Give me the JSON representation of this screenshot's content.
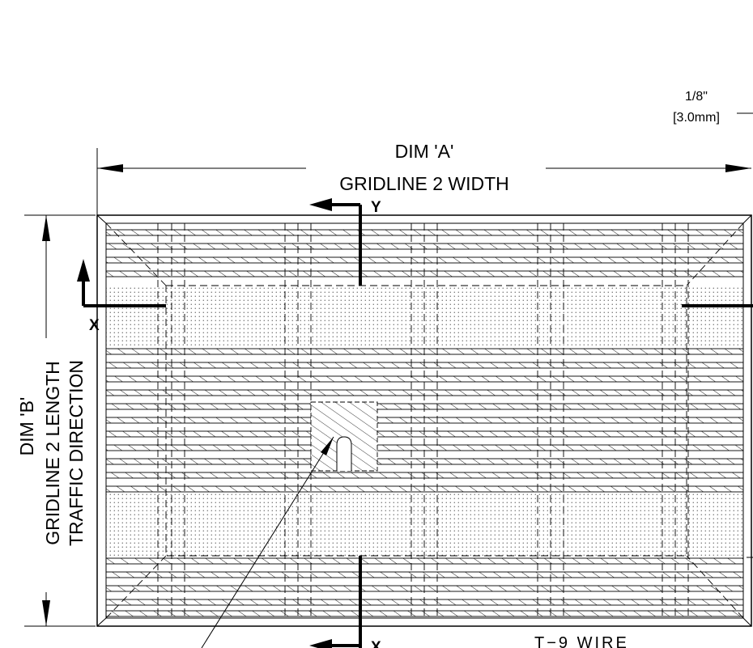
{
  "dim_a": {
    "line1": "DIM 'A'",
    "line2": "GRIDLINE 2 WIDTH"
  },
  "dim_b": {
    "line1": "DIM 'B'",
    "line2": "GRIDLINE 2 LENGTH",
    "line3": "TRAFFIC DIRECTION"
  },
  "thickness": {
    "inch": "1/8\"",
    "mm": "[3.0mm]"
  },
  "section_marks": {
    "y_top": "Y",
    "x_left": "X",
    "x_bottom": "X"
  },
  "callout": {
    "text": "T−9  WIRE"
  }
}
